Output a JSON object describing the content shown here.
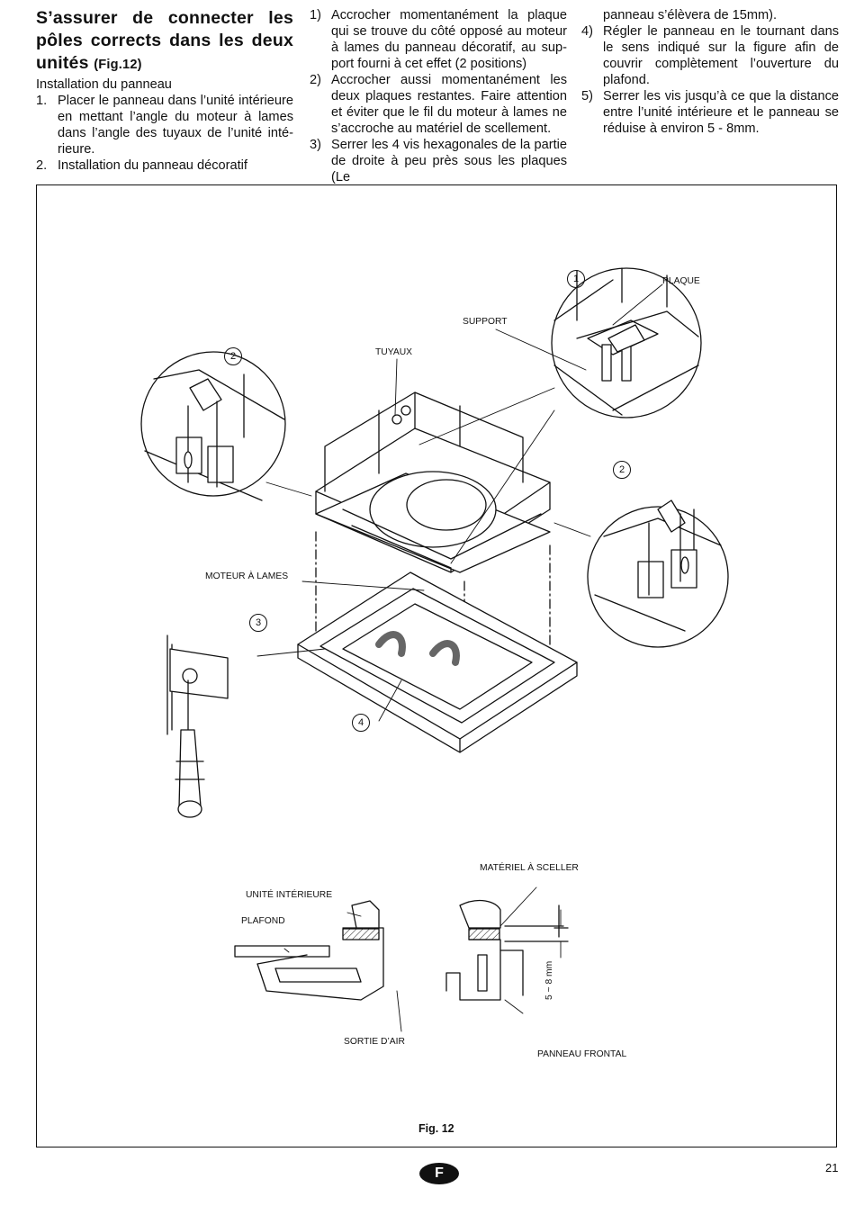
{
  "col1": {
    "heading": "S’assurer de connecter les pôles corrects dans les deux unités",
    "heading_fig": "(Fig.12)",
    "subtitle": "Installation du panneau",
    "items": [
      {
        "num": "1.",
        "text": "Placer le panneau dans l’unité intérieure en mettant l’angle du moteur à lames dans l’angle des tuyaux de l’unité inté-rieure."
      },
      {
        "num": "2.",
        "text": "Installation du panneau décoratif"
      }
    ]
  },
  "col2": {
    "items": [
      {
        "num": "1)",
        "text": "Accrocher momentanément la plaque qui se trouve du côté opposé au moteur à lames du panneau décoratif, au sup-port fourni à cet effet (2 positions)"
      },
      {
        "num": "2)",
        "text": "Accrocher aussi momentanément les deux plaques restantes. Faire attention et éviter que le fil du moteur à lames ne s’accroche au matériel de scellement."
      },
      {
        "num": "3)",
        "text": "Serrer les 4 vis hexagonales de la partie de droite à peu près sous les plaques (Le"
      }
    ]
  },
  "col3": {
    "continuation": "panneau s’élèvera de 15mm).",
    "items": [
      {
        "num": "4)",
        "text": "Régler le panneau en le tournant dans le sens indiqué sur la figure afin de couvrir complètement l’ouverture du plafond."
      },
      {
        "num": "5)",
        "text": "Serrer les vis jusqu’à ce que la distance entre l’unité intérieure et le panneau se réduise à environ 5 - 8mm."
      }
    ]
  },
  "figure": {
    "labels": {
      "plaque": "PLAQUE",
      "support": "SUPPORT",
      "tuyaux": "TUYAUX",
      "moteur": "MOTEUR À LAMES",
      "materiel": "MATÉRIEL À SCELLER",
      "unite": "UNITÉ INTÉRIEURE",
      "plafond": "PLAFOND",
      "sortie": "SORTIE D’AIR",
      "panneau": "PANNEAU FRONTAL",
      "mm": "5 ~ 8 mm"
    },
    "callouts": {
      "c1": "1",
      "c2a": "2",
      "c2b": "2",
      "c3": "3",
      "c4": "4"
    },
    "caption": "Fig. 12"
  },
  "footer": {
    "badge": "F",
    "page": "21"
  }
}
